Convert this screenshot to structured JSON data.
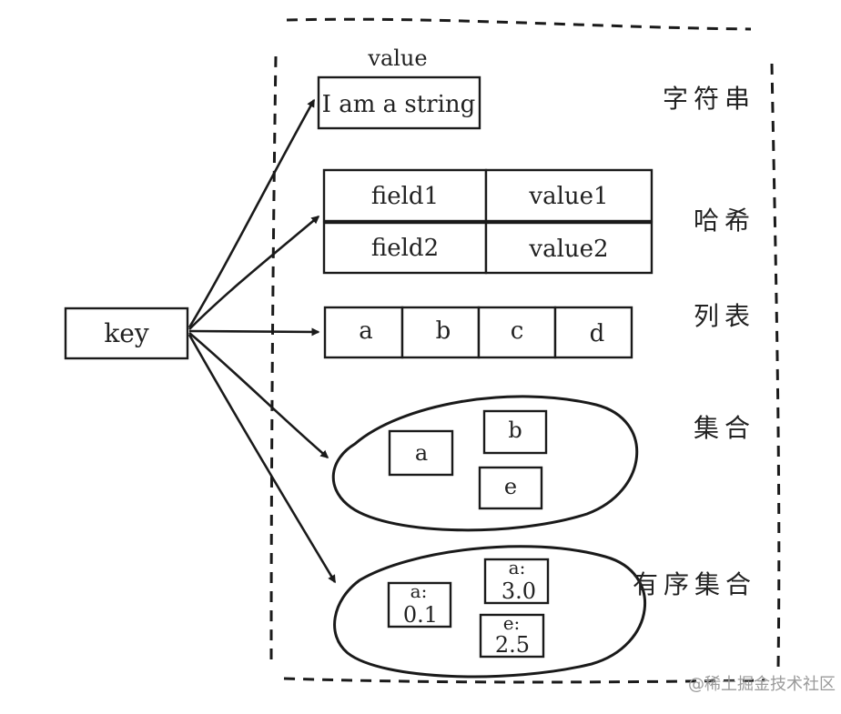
{
  "diagram": {
    "key_label": "key",
    "value_header": "value",
    "string": {
      "value": "I am a string",
      "type_label": "字符串"
    },
    "hash": {
      "type_label": "哈希",
      "rows": [
        {
          "field": "field1",
          "value": "value1"
        },
        {
          "field": "field2",
          "value": "value2"
        }
      ]
    },
    "list": {
      "type_label": "列表",
      "items": [
        "a",
        "b",
        "c",
        "d"
      ]
    },
    "set": {
      "type_label": "集合",
      "members": [
        "a",
        "b",
        "e"
      ]
    },
    "zset": {
      "type_label": "有序集合",
      "members": [
        {
          "member": "a:",
          "score": "0.1"
        },
        {
          "member": "a:",
          "score": "3.0"
        },
        {
          "member": "e:",
          "score": "2.5"
        }
      ]
    }
  },
  "watermark": {
    "text": "@稀土掘金技术社区"
  }
}
